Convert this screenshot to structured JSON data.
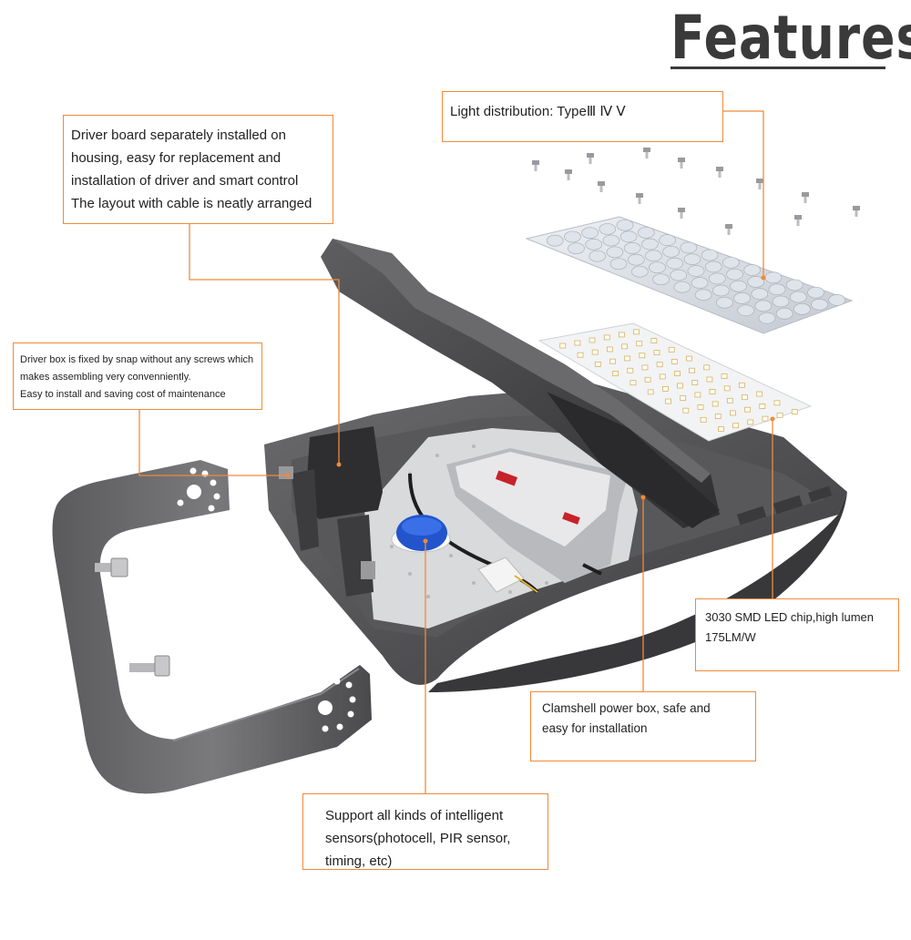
{
  "header": {
    "title": "Features"
  },
  "callouts": {
    "driver_board": {
      "lines": [
        "Driver board separately installed on",
        "housing, easy for replacement and",
        "installation of driver and smart control",
        "The layout with cable is neatly arranged"
      ]
    },
    "light_distribution": {
      "text": "Light distribution: TypeⅢ Ⅳ Ⅴ"
    },
    "driver_box": {
      "lines": [
        "Driver box is fixed by snap without any screws which",
        "makes assembling very convenniently.",
        "Easy to install and saving cost of maintenance"
      ]
    },
    "led_chip": {
      "lines": [
        "3030 SMD LED chip,high lumen",
        "175LM/W"
      ]
    },
    "clamshell": {
      "lines": [
        "Clamshell power box, safe and",
        "easy for installation"
      ]
    },
    "sensors": {
      "lines": [
        "Support all kinds of intelligent",
        "sensors(photocell, PIR sensor,",
        "timing, etc)"
      ]
    }
  },
  "colors": {
    "accent": "#f08a3a",
    "housing": "#4a4a4c",
    "housing_light": "#6a6a6c",
    "plate": "#d9dadc",
    "sensor": "#2255cc",
    "title": "#3a3a3a"
  }
}
